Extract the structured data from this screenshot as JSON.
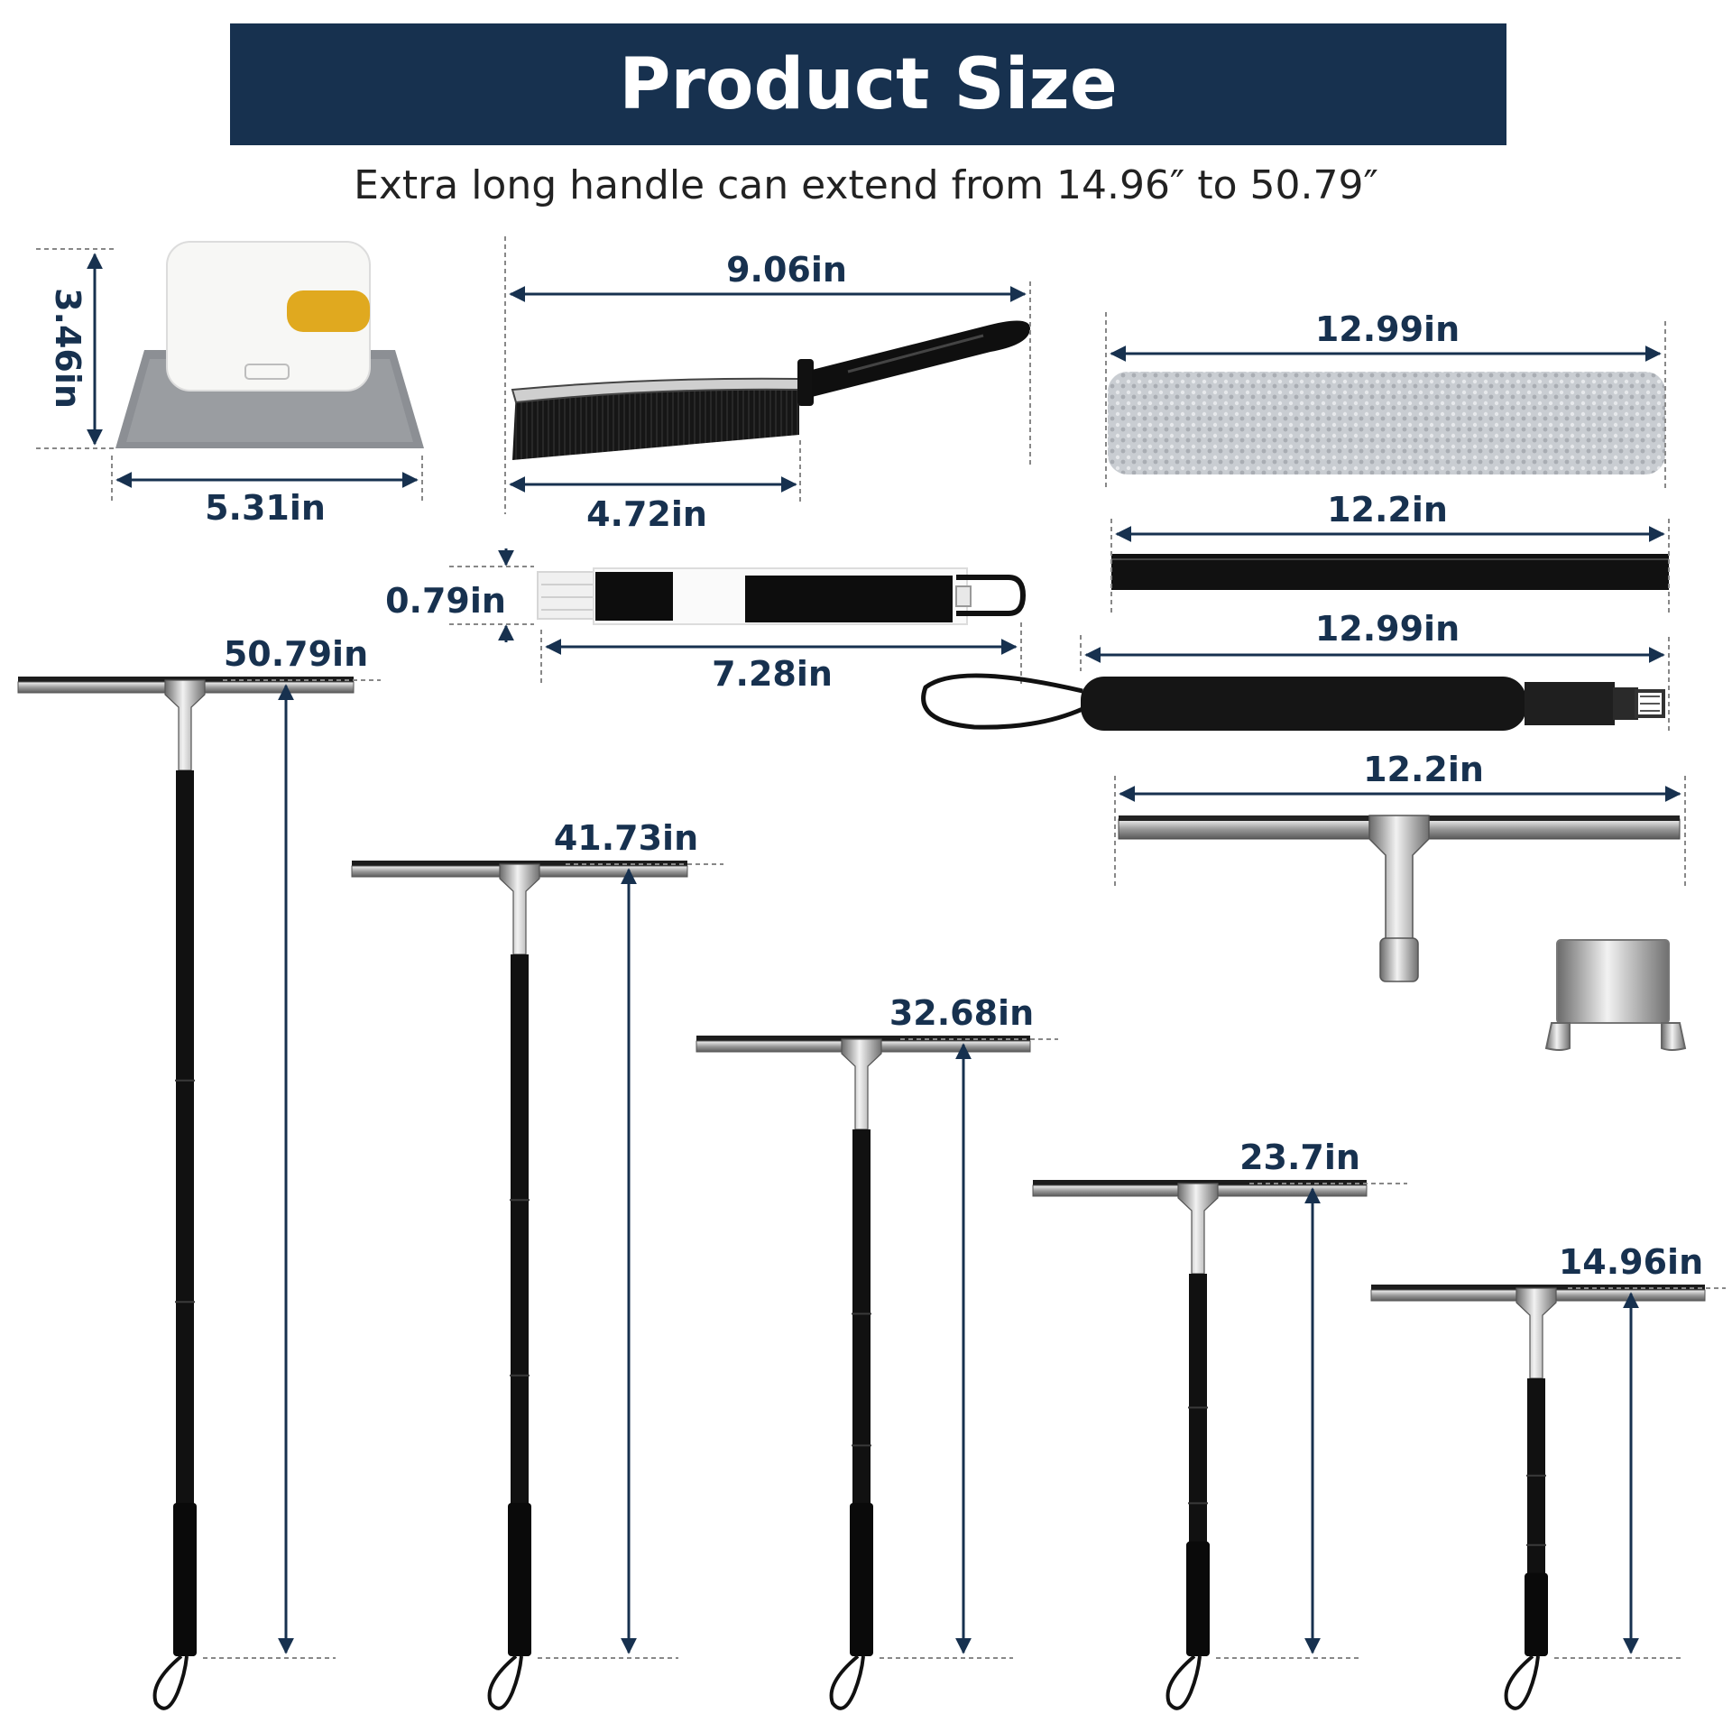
{
  "header": {
    "title": "Product Size",
    "subtitle": "Extra long handle can extend from 14.96″ to 50.79″"
  },
  "colors": {
    "banner": "#17314f",
    "dimension": "#17314f",
    "product_black": "#1a1a1a",
    "sponge_gray": "#8a8d92",
    "accent_yellow": "#e0a91f"
  },
  "dimensions": {
    "sponge_height": "3.46in",
    "sponge_width": "5.31in",
    "brush_length": "9.06in",
    "brush_head": "4.72in",
    "gap_brush_height": "0.79in",
    "gap_brush_length": "7.28in",
    "microfiber_length": "12.99in",
    "rubber_blade_length": "12.2in",
    "handle_length": "12.99in",
    "squeegee_head_width": "12.2in"
  },
  "squeegee_heights": [
    "50.79in",
    "41.73in",
    "32.68in",
    "23.7in",
    "14.96in"
  ],
  "items": [
    {
      "icon": "window-sponge-brush-icon"
    },
    {
      "icon": "hand-brush-icon"
    },
    {
      "icon": "gap-cleaning-brush-icon"
    },
    {
      "icon": "microfiber-pad-icon"
    },
    {
      "icon": "rubber-blade-icon"
    },
    {
      "icon": "extension-handle-icon"
    },
    {
      "icon": "squeegee-head-icon"
    },
    {
      "icon": "wall-hook-icon"
    }
  ]
}
